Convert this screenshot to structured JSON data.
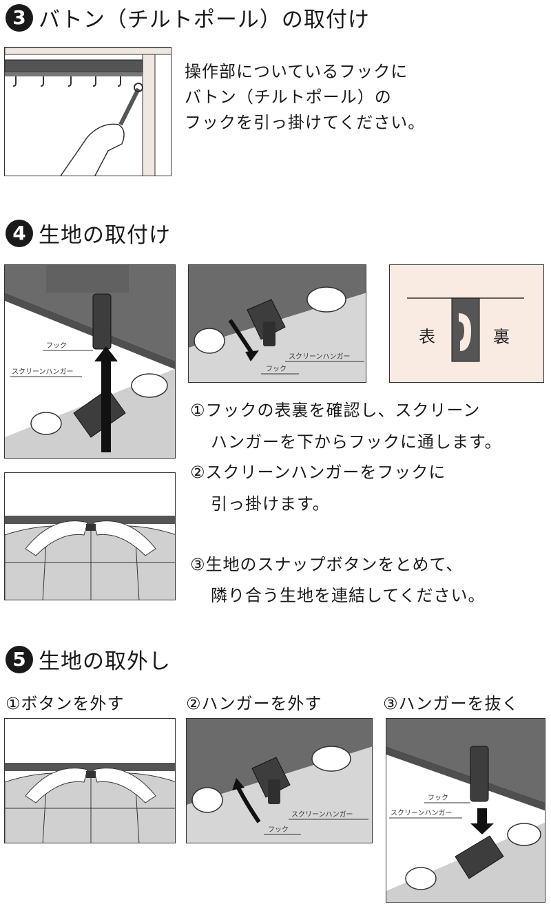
{
  "section3": {
    "number": "3",
    "title": "バトン（チルトポール）の取付け",
    "lines": [
      "操作部についているフックに",
      "バトン（チルトポール）の",
      "フックを引っ掛けてください。"
    ]
  },
  "section4": {
    "number": "4",
    "title": "生地の取付け",
    "labels": {
      "hook": "フック",
      "screen_hanger": "スクリーンハンガー",
      "front": "表",
      "back": "裏"
    },
    "steps": [
      "①フックの表裏を確認し、スクリーン",
      "ハンガーを下からフックに通します。",
      "②スクリーンハンガーをフックに",
      "引っ掛けます。",
      "③生地のスナップボタンをとめて、",
      "隣り合う生地を連結してください。"
    ]
  },
  "section5": {
    "number": "5",
    "title": "生地の取外し",
    "captions": [
      "①ボタンを外す",
      "②ハンガーを外す",
      "③ハンガーを抜く"
    ]
  }
}
